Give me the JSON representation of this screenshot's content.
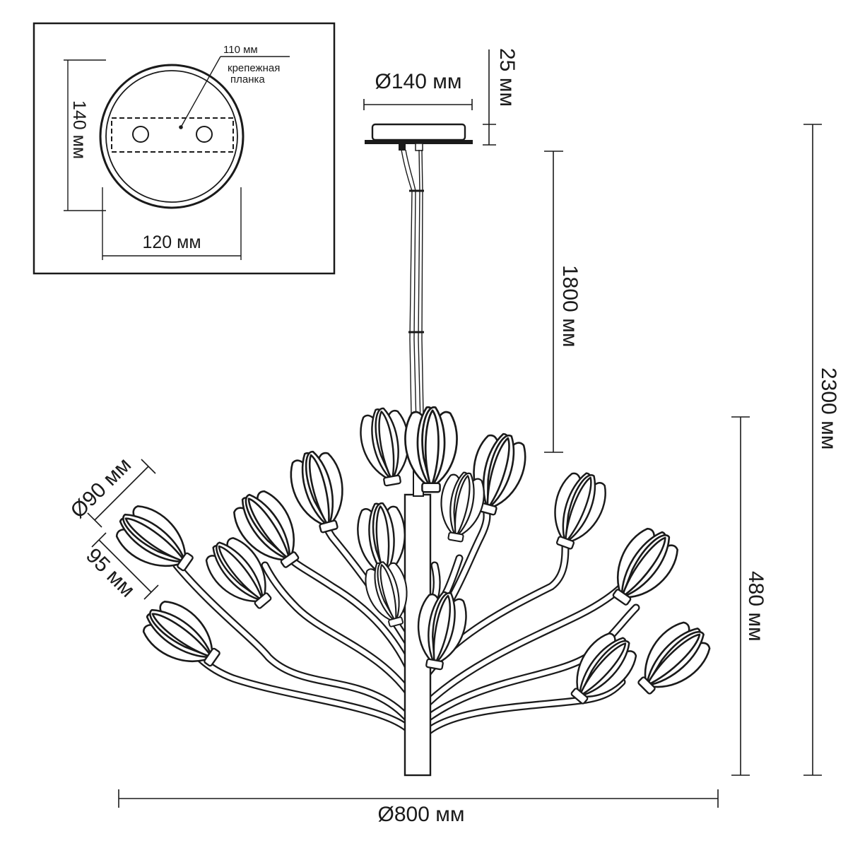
{
  "inset": {
    "top_width": "110 мм",
    "plate_label_line1": "крепежная",
    "plate_label_line2": "планка",
    "height": "140 мм",
    "bottom_width": "120 мм"
  },
  "canopy": {
    "diameter": "Ø140 мм",
    "height": "25 мм"
  },
  "dimensions": {
    "cable_length": "1800 мм",
    "total_height": "2300 мм",
    "body_height": "480 мм",
    "body_diameter": "Ø800 мм",
    "flower_diameter": "Ø90 мм",
    "flower_length": "95 мм"
  }
}
